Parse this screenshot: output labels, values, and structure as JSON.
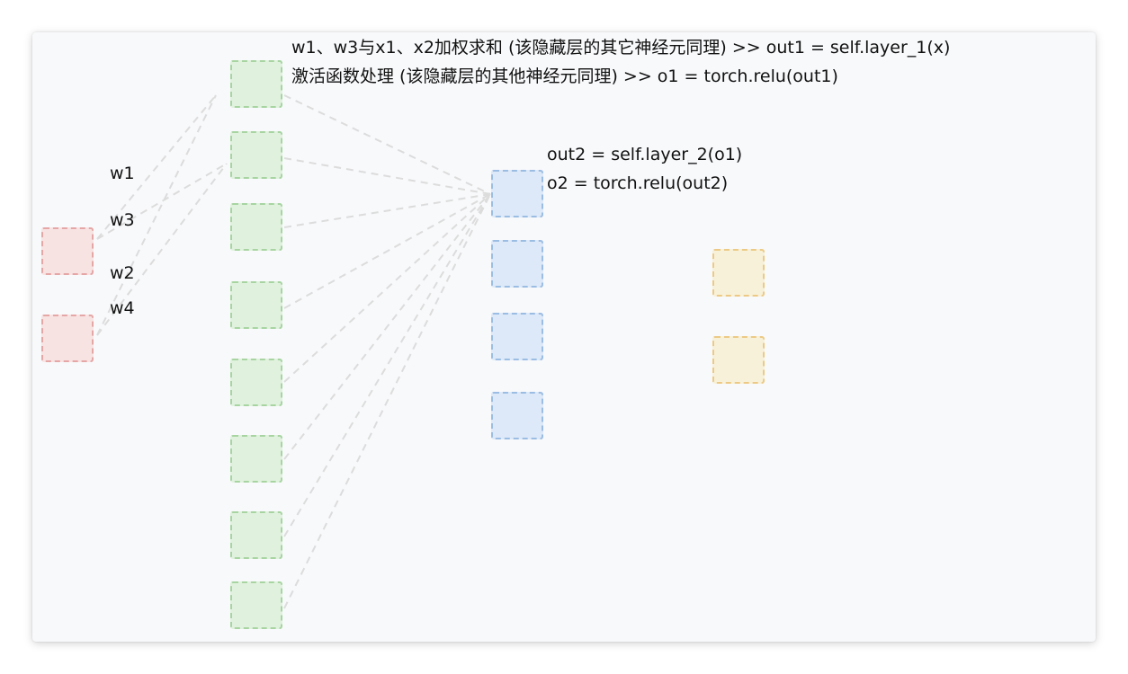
{
  "annotations": {
    "layer1_sum": "w1、w3与x1、x2加权求和 (该隐藏层的其它神经元同理) >> out1 = self.layer_1(x)",
    "layer1_act": "激活函数处理 (该隐藏层的其他神经元同理) >>  o1 = torch.relu(out1)",
    "layer2_sum": "out2 = self.layer_2(o1)",
    "layer2_act": "o2 = torch.relu(out2)"
  },
  "weights": {
    "w1": "w1",
    "w3": "w3",
    "w2": "w2",
    "w4": "w4"
  },
  "layers": {
    "input_count": 2,
    "hidden1_count": 8,
    "hidden2_count": 4,
    "output_count": 2
  },
  "colors": {
    "input_fill": "#f8e3e3",
    "input_border": "#e5a6a6",
    "hidden1_fill": "#e0f2de",
    "hidden1_border": "#a8d4a2",
    "hidden2_fill": "#dde9f8",
    "hidden2_border": "#9cbde3",
    "output_fill": "#f8f1d9",
    "output_border": "#ecca86",
    "edge": "#dcdcdc"
  }
}
